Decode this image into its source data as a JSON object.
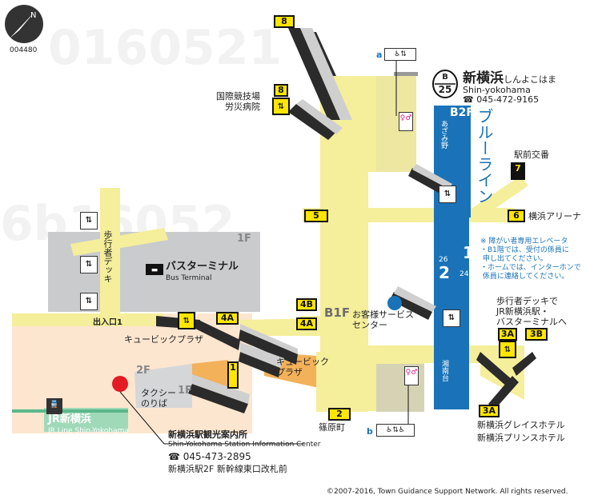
{
  "map_id": "004480",
  "station": {
    "line_code": "B",
    "number": "25",
    "name_jp": "新横浜",
    "name_kana": "しんよこはま",
    "name_en": "Shin-yokohama",
    "phone": "045-472-9165"
  },
  "line": {
    "name_jp": "ブルーライン",
    "floor": "B2F",
    "toward_north": "あざみ野",
    "toward_south": "湘南台"
  },
  "platforms": {
    "p1": "1",
    "p2": "2",
    "car_top": "26",
    "car_bottom": "24"
  },
  "floors": {
    "b1f": "B1F",
    "f1_bus": "1F",
    "f2": "2F",
    "f1_taxi": "1F"
  },
  "exits": [
    {
      "id": "8",
      "label": "8"
    },
    {
      "id": "8-lift",
      "label": "8"
    },
    {
      "id": "7",
      "label": "7"
    },
    {
      "id": "5",
      "label": "5"
    },
    {
      "id": "6",
      "label": "6"
    },
    {
      "id": "4B",
      "label": "4B"
    },
    {
      "id": "4A-upper",
      "label": "4A"
    },
    {
      "id": "4A",
      "label": "4A"
    },
    {
      "id": "3A-upper",
      "label": "3A"
    },
    {
      "id": "3B",
      "label": "3B"
    },
    {
      "id": "3A",
      "label": "3A"
    },
    {
      "id": "1",
      "label": "1"
    },
    {
      "id": "2",
      "label": "2"
    }
  ],
  "labels": {
    "hospital": "国際競技場\n労災病院",
    "ekimae_koban": "駅前交番",
    "arena": "横浜アリーナ",
    "bus_terminal_jp": "バスターミナル",
    "bus_terminal_en": "Bus Terminal",
    "pedestrian_deck": "歩行者デッキ",
    "exit1": "出入口1",
    "cubic_plaza_1": "キュービックプラザ",
    "cubic_plaza_2": "キュービック\nプラザ",
    "taxi": "タクシー\nのりば",
    "jr_name": "JR新横浜",
    "jr_en": "JR Line Shin-Yokohama",
    "info_center_jp": "新横浜駅観光案内所",
    "info_center_en": "Shin-Yokohama Station Information Center",
    "info_phone": "☎ 045-473-2895",
    "info_location": "新横浜駅2F 新幹線東口改札前",
    "customer_service": "お客様サービス\nセンター",
    "shinohara": "篠原町",
    "deck_to_jr": "歩行者デッキで\nJR新横浜駅・\nバスターミナルへ",
    "hotels": "新横浜グレイスホテル\n新横浜プリンスホテル",
    "elevator_note": "※ 障がい者専用エレベータ\n・B1階では、受付の係員に\n 申し出てください。\n・ホームでは、インターホンで\n 係員に連絡してください。",
    "copyright": "©2007-2016, Town Guidance Support Network. All rights reserved.",
    "a": "a",
    "b": "b"
  },
  "colors": {
    "concourse": "#f5ee9a",
    "platform_blue": "#1a73b8",
    "exit_yellow": "#ffe600",
    "bus_gray": "#c9cbcd",
    "shop_orange": "#f3b15a",
    "jr_green": "#5cb88a"
  }
}
